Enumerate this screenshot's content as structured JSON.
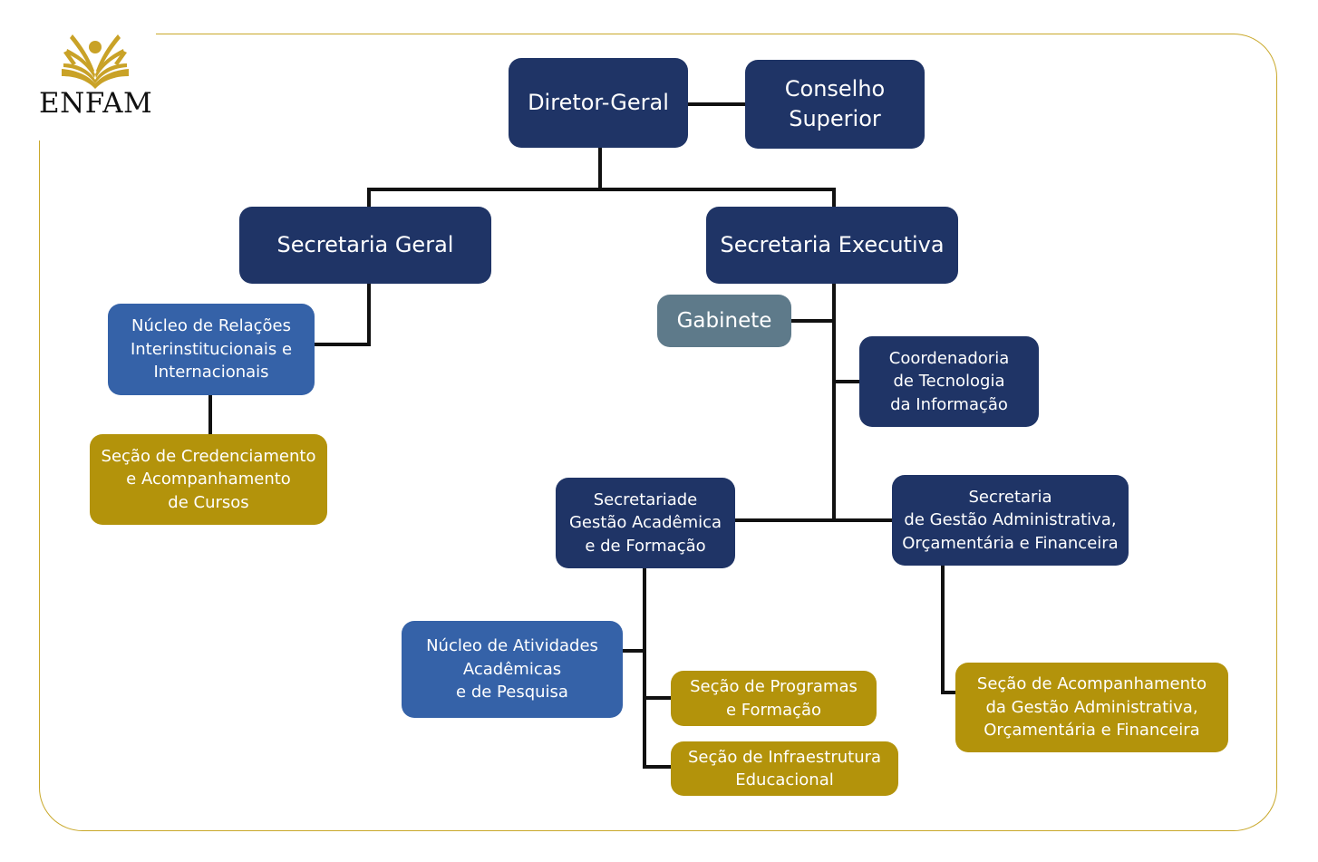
{
  "logo": {
    "name": "ENFAM",
    "color": "#c9a227"
  },
  "colors": {
    "navy": "#1f3466",
    "blue": "#3562a8",
    "gold": "#b3930b",
    "gray": "#5e7a8a",
    "frame": "#c9a82a"
  },
  "org": {
    "diretor_geral": "Diretor-Geral",
    "conselho_superior": "Conselho\nSuperior",
    "secretaria_geral": "Secretaria Geral",
    "secretaria_executiva": "Secretaria Executiva",
    "nucleo_relacoes": "Núcleo de Relações\nInterinstitucionais e\nInternacionais",
    "secao_credenciamento": "Seção de Credenciamento\ne Acompanhamento\nde Cursos",
    "gabinete": "Gabinete",
    "coord_tecnologia": "Coordenadoria\nde Tecnologia\nda Informação",
    "sec_gestao_academica": "Secretariade\nGestão Acadêmica\ne de Formação",
    "sec_gestao_administrativa": "Secretaria\nde Gestão Administrativa,\nOrçamentária e Financeira",
    "nucleo_atividades": "Núcleo de Atividades\nAcadêmicas\ne de Pesquisa",
    "secao_programas": "Seção de Programas\ne Formação",
    "secao_infraestrutura": "Seção de Infraestrutura\nEducacional",
    "secao_acompanhamento": "Seção de Acompanhamento\nda Gestão Administrativa,\nOrçamentária e Financeira"
  }
}
